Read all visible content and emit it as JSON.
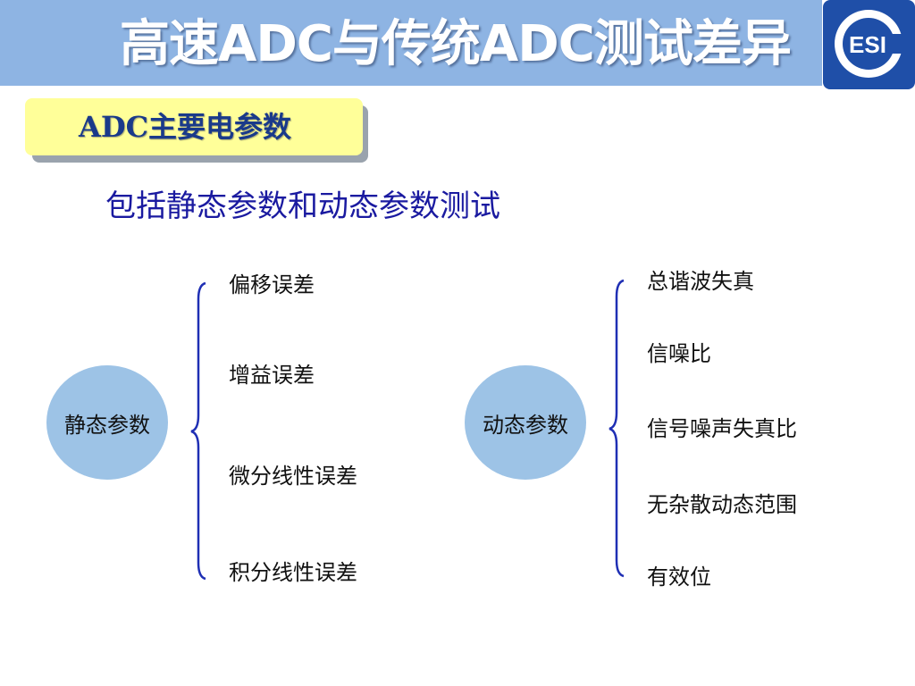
{
  "header": {
    "title": "高速ADC与传统ADC测试差异",
    "logo_text": "ESI"
  },
  "section": {
    "label": "ADC主要电参数"
  },
  "subtitle": "包括静态参数和动态参数测试",
  "static_group": {
    "label": "静态参数",
    "items": [
      "偏移误差",
      "增益误差",
      "微分线性误差",
      "积分线性误差"
    ]
  },
  "dynamic_group": {
    "label": "动态参数",
    "items": [
      "总谐波失真",
      "信噪比",
      "信号噪声失真比",
      "无杂散动态范围",
      "有效位"
    ]
  },
  "colors": {
    "title_bar": "#8eb4e3",
    "logo_blue": "#1f4fa8",
    "label_fill": "#ffff99",
    "circle_fill": "#9dc3e6",
    "brace_stroke": "#1f2fb4",
    "subtitle_text": "#1a1aa0"
  }
}
